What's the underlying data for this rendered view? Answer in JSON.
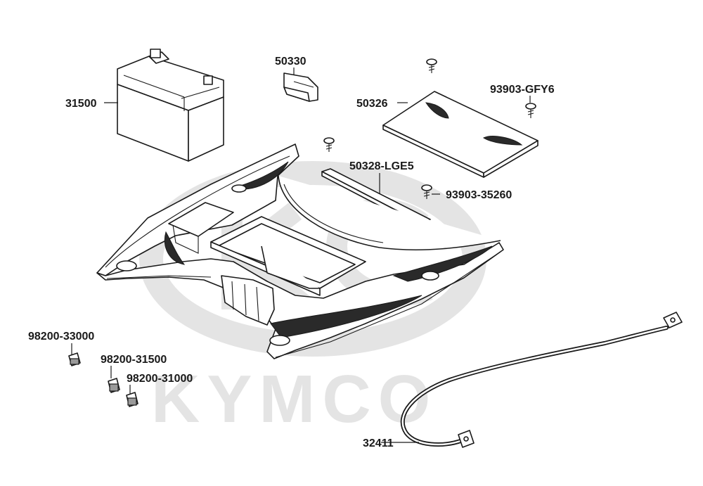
{
  "watermark": {
    "text": "KYMCO",
    "color": "#e4e4e4"
  },
  "parts": [
    {
      "id": "battery",
      "label": "31500"
    },
    {
      "id": "battery-cover-pad",
      "label": "50330"
    },
    {
      "id": "battery-cover",
      "label": "50326"
    },
    {
      "id": "cover-screw",
      "label": "93903-GFY6"
    },
    {
      "id": "battery-strap",
      "label": "50328-LGE5"
    },
    {
      "id": "strap-screw",
      "label": "93903-35260"
    },
    {
      "id": "fuse-30a",
      "label": "98200-33000"
    },
    {
      "id": "fuse-15a",
      "label": "98200-31500"
    },
    {
      "id": "fuse-10a",
      "label": "98200-31000"
    },
    {
      "id": "battery-cable",
      "label": "32411"
    }
  ],
  "colors": {
    "line": "#1a1a1a",
    "fill": "#ffffff",
    "shadow": "#2a2a2a"
  }
}
